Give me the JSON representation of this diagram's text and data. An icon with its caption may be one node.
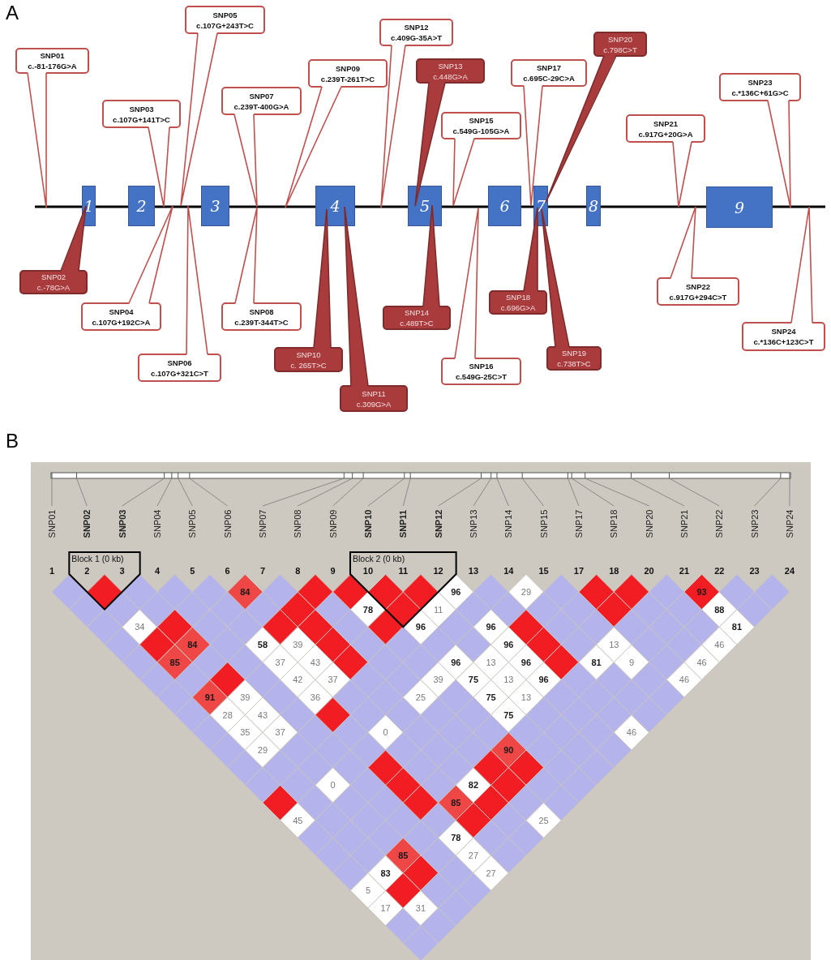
{
  "diagram": {
    "nodes": [
      {
        "text": [
          "SNP01",
          "c.-81-176G>A"
        ]
      },
      {
        "text": [
          "SNP02",
          "c.-78G>A"
        ]
      },
      {
        "text": [
          "SNP03",
          "c.107G+141T>C"
        ]
      },
      {
        "text": [
          "SNP04",
          "c.107G+192C>A"
        ]
      },
      {
        "text": [
          "SNP05",
          "c.107G+243T>C"
        ]
      },
      {
        "text": [
          "SNP06",
          "c.107G+321C>T"
        ]
      },
      {
        "text": [
          "SNP07",
          "c.239T-400G>A"
        ]
      },
      {
        "text": [
          "SNP08",
          "c.239T-344T>C"
        ]
      },
      {
        "text": [
          "SNP09",
          "c.239T-261T>C"
        ]
      },
      {
        "text": [
          "SNP10",
          "c. 265T>C"
        ]
      },
      {
        "text": [
          "SNP11",
          "c.309G>A"
        ]
      },
      {
        "text": [
          "SNP12",
          "c.409G-35A>T"
        ]
      },
      {
        "text": [
          "SNP13",
          "c.448G>A"
        ]
      },
      {
        "text": [
          "SNP14",
          "c.489T>C"
        ]
      },
      {
        "text": [
          "SNP15",
          "c.549G-105G>A"
        ]
      },
      {
        "text": [
          "SNP16",
          "c.549G-25C>T"
        ]
      },
      {
        "text": [
          "SNP17",
          "c.695C-29C>A"
        ]
      },
      {
        "text": [
          "SNP18",
          "c.696G>A"
        ]
      },
      {
        "text": [
          "SNP19",
          "c.738T>C"
        ]
      },
      {
        "text": [
          "SNP20",
          "c.798C>T"
        ]
      },
      {
        "text": [
          "SNP21",
          "c.917G+20G>A"
        ]
      },
      {
        "text": [
          "SNP22",
          "c.917G+294C>T"
        ]
      },
      {
        "text": [
          "SNP23",
          "c.*136C+61G>C"
        ]
      },
      {
        "text": [
          "SNP24",
          "c.*136C+123C>T"
        ]
      },
      {
        "text": [
          "1"
        ]
      },
      {
        "text": [
          "2"
        ]
      },
      {
        "text": [
          "3"
        ]
      },
      {
        "text": [
          "4"
        ]
      },
      {
        "text": [
          "5"
        ]
      },
      {
        "text": [
          "6"
        ]
      },
      {
        "text": [
          "7"
        ]
      },
      {
        "text": [
          "8"
        ]
      },
      {
        "text": [
          "9"
        ]
      }
    ],
    "labels": [
      "A",
      "B",
      "SNP01",
      "SNP02",
      "SNP03",
      "SNP04",
      "SNP05",
      "SNP06",
      "SNP07",
      "SNP08",
      "SNP09",
      "SNP10",
      "SNP11",
      "SNP12",
      "SNP13",
      "SNP14",
      "SNP15",
      "SNP17",
      "SNP18",
      "SNP20",
      "SNP21",
      "SNP22",
      "SNP23",
      "SNP24",
      "Block 1 (0 kb)",
      "Block 2 (0 kb)",
      "1",
      "2",
      "3",
      "4",
      "5",
      "6",
      "7",
      "8",
      "9",
      "10",
      "11",
      "12",
      "13",
      "14",
      "15",
      "17",
      "18",
      "20",
      "21",
      "22",
      "23",
      "24",
      "84",
      "96",
      "29",
      "93",
      "78",
      "11",
      "88",
      "34",
      "96",
      "96",
      "81",
      "84",
      "58",
      "39",
      "96",
      "13",
      "46",
      "85",
      "37",
      "43",
      "96",
      "13",
      "96",
      "81",
      "9",
      "46",
      "42",
      "37",
      "39",
      "75",
      "13",
      "96",
      "46",
      "91",
      "39",
      "36",
      "25",
      "75",
      "13",
      "28",
      "43",
      "75",
      "35",
      "37",
      "0",
      "46",
      "29",
      "90",
      "0",
      "82",
      "85",
      "45",
      "25",
      "78",
      "85",
      "27",
      "83",
      "27",
      "5",
      "17",
      "31"
    ]
  }
}
